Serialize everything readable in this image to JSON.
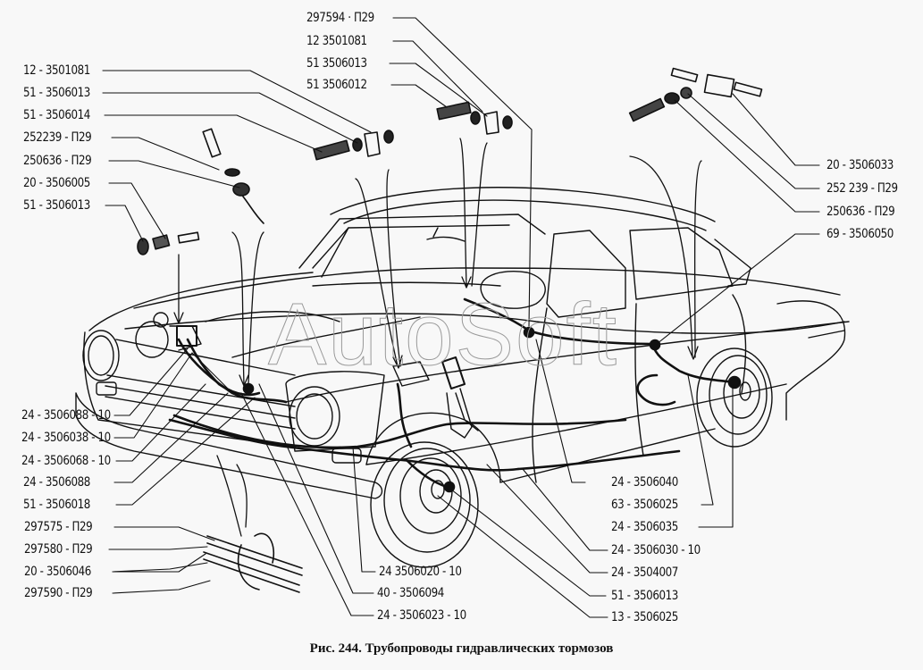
{
  "figure": {
    "caption": "Рис. 244. Трубопроводы гидравлических тормозов",
    "watermark": "AutoSoft",
    "subject": "car-brake-hydraulic-lines"
  },
  "labels": {
    "top_left": [
      "12 - 3501081",
      "51 - 3506013",
      "51 - 3506014",
      "252239 - П29",
      "250636 - П29",
      "20 - 3506005",
      "51 - 3506013"
    ],
    "top_center": [
      "297594 · П29",
      "12  3501081",
      "51  3506013",
      "51  3506012"
    ],
    "top_right": [
      "20 - 3506033",
      "252 239 - П29",
      "250636 - П29",
      "69 - 3506050"
    ],
    "bottom_left": [
      "24 - 3506088 - 10",
      "24 - 3506038 - 10",
      "24 - 3506068 - 10",
      "24 - 3506088",
      "51 - 3506018",
      "297575 - П29",
      "297580 - П29",
      "20 - 3506046",
      "297590 - П29"
    ],
    "bottom_center": [
      "24  3506020 - 10",
      "40 - 3506094",
      "24 - 3506023 - 10"
    ],
    "bottom_right": [
      "24 - 3506040",
      "63 - 3506025",
      "24 - 3506035",
      "24 - 3506030 - 10",
      "24 - 3504007",
      "51 - 3506013",
      "13 - 3506025"
    ]
  }
}
